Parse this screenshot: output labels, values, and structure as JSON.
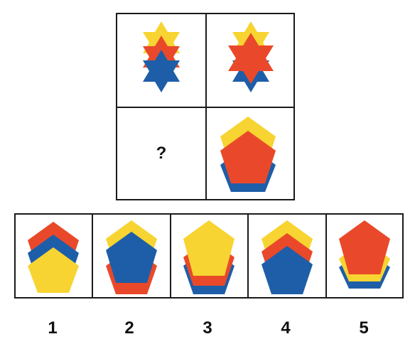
{
  "colors": {
    "yellow": "#f7d431",
    "red": "#e9492a",
    "blue": "#1e5ea8",
    "border": "#1a1a1a"
  },
  "puzzle": {
    "question_mark": "?",
    "cells": [
      {
        "shape": "star-icon",
        "stack": [
          "yellow",
          "red",
          "blue"
        ]
      },
      {
        "shape": "star-icon",
        "stack": [
          "yellow",
          "blue",
          "red"
        ]
      },
      {
        "shape": "missing"
      },
      {
        "shape": "pentagon-icon",
        "stack": [
          "yellow",
          "blue",
          "red"
        ]
      }
    ]
  },
  "options": [
    {
      "label": "1",
      "stack": [
        "red",
        "blue",
        "yellow"
      ]
    },
    {
      "label": "2",
      "stack": [
        "yellow",
        "red",
        "blue"
      ]
    },
    {
      "label": "3",
      "stack": [
        "blue",
        "red",
        "yellow"
      ]
    },
    {
      "label": "4",
      "stack": [
        "yellow",
        "red",
        "blue"
      ]
    },
    {
      "label": "5",
      "stack": [
        "blue",
        "yellow",
        "red"
      ]
    }
  ]
}
